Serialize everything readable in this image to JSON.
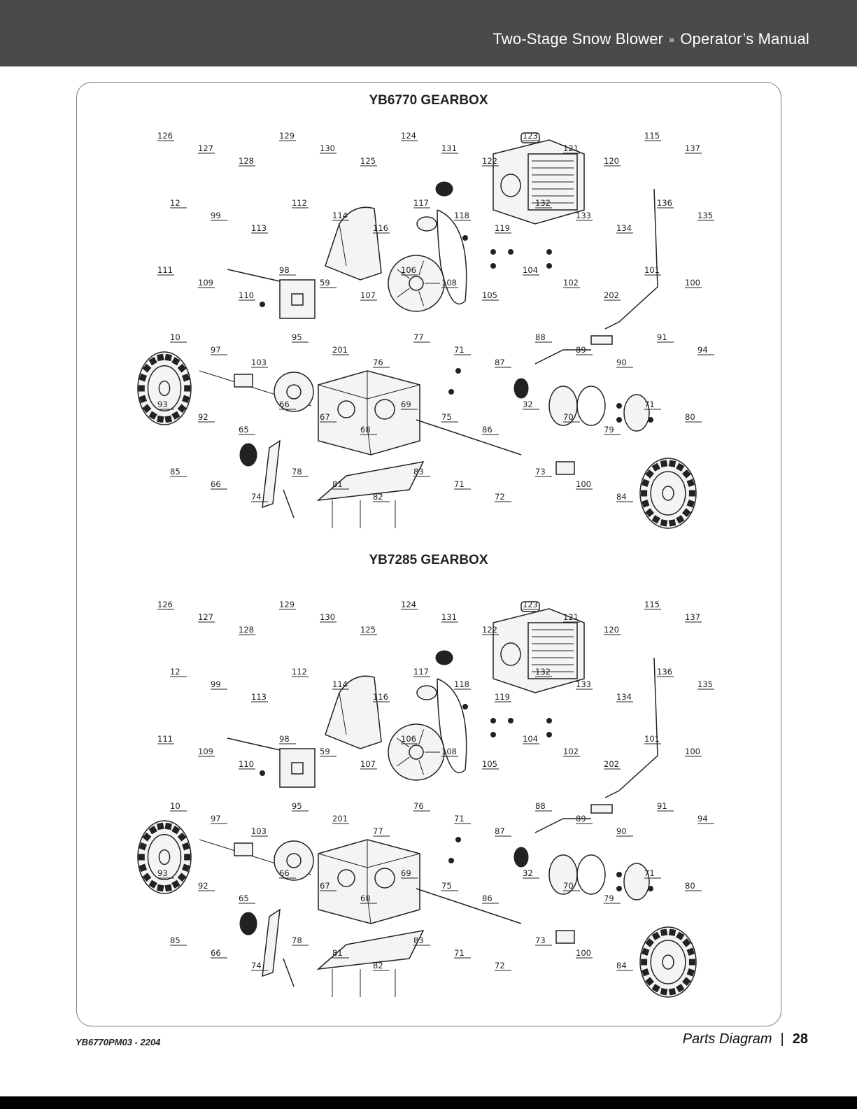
{
  "header": {
    "product": "Two-Stage Snow Blower",
    "separator": "»",
    "manual": "Operator’s Manual"
  },
  "sections": [
    {
      "title": "YB6770 GEARBOX",
      "callouts": [
        "126",
        "127",
        "128",
        "129",
        "130",
        "125",
        "124",
        "131",
        "122",
        "123",
        "121",
        "120",
        "115",
        "137",
        "12",
        "99",
        "113",
        "112",
        "114",
        "116",
        "117",
        "118",
        "119",
        "132",
        "133",
        "134",
        "136",
        "135",
        "111",
        "109",
        "110",
        "98",
        "59",
        "107",
        "106",
        "108",
        "105",
        "104",
        "102",
        "202",
        "101",
        "100",
        "10",
        "97",
        "103",
        "95",
        "201",
        "76",
        "77",
        "71",
        "87",
        "88",
        "89",
        "90",
        "91",
        "94",
        "93",
        "92",
        "65",
        "66",
        "67",
        "68",
        "69",
        "75",
        "86",
        "32",
        "70",
        "79",
        "71",
        "80",
        "85",
        "66",
        "74",
        "78",
        "81",
        "82",
        "83",
        "71",
        "72",
        "73",
        "100",
        "84"
      ]
    },
    {
      "title": "YB7285 GEARBOX",
      "callouts": [
        "126",
        "127",
        "128",
        "129",
        "130",
        "125",
        "124",
        "131",
        "122",
        "123",
        "121",
        "120",
        "115",
        "137",
        "12",
        "99",
        "113",
        "112",
        "114",
        "116",
        "117",
        "118",
        "119",
        "132",
        "133",
        "134",
        "136",
        "135",
        "111",
        "109",
        "110",
        "98",
        "59",
        "107",
        "106",
        "108",
        "105",
        "104",
        "102",
        "202",
        "101",
        "100",
        "10",
        "97",
        "103",
        "95",
        "201",
        "77",
        "76",
        "71",
        "87",
        "88",
        "89",
        "90",
        "91",
        "94",
        "93",
        "92",
        "65",
        "66",
        "67",
        "68",
        "69",
        "75",
        "86",
        "32",
        "70",
        "79",
        "71",
        "80",
        "85",
        "66",
        "74",
        "78",
        "81",
        "82",
        "83",
        "71",
        "72",
        "73",
        "100",
        "84"
      ]
    }
  ],
  "footer": {
    "doc_code": "YB6770PM03 - 2204",
    "section": "Parts Diagram",
    "divider": "|",
    "page": "28"
  }
}
